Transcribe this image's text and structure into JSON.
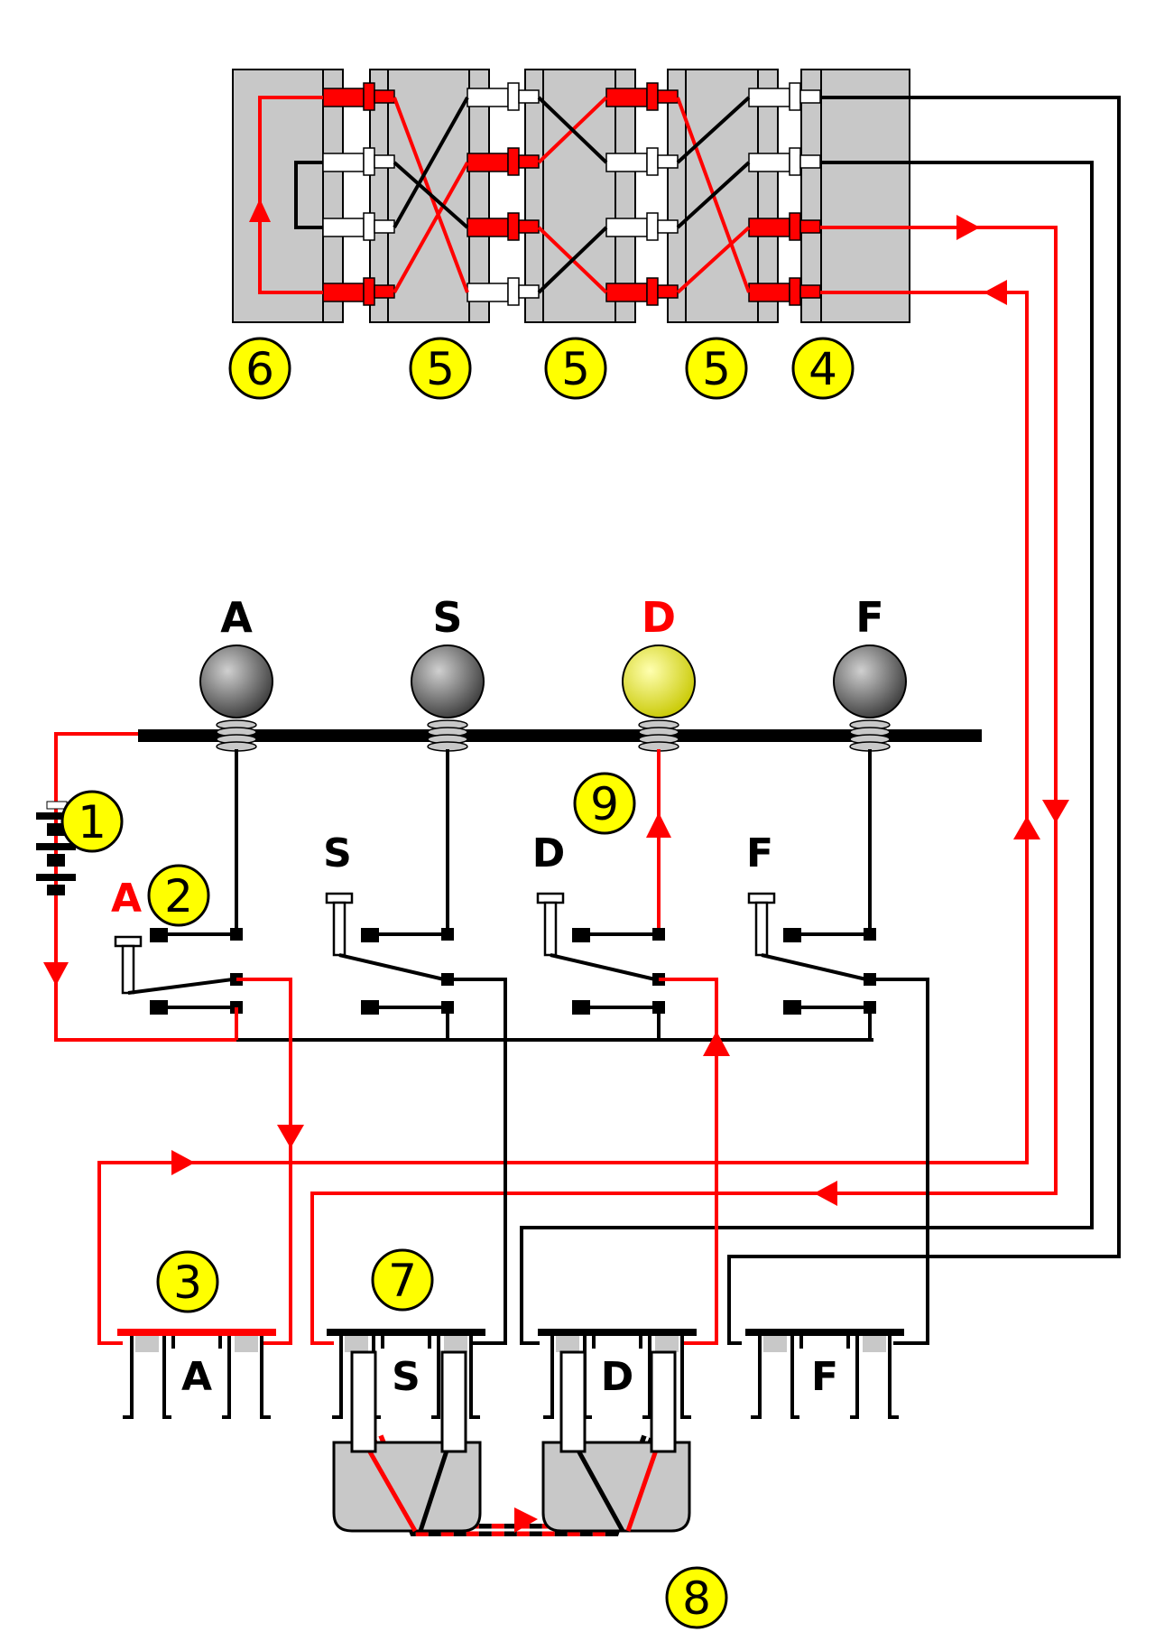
{
  "colors": {
    "live": "#ff0000",
    "wire": "#000000",
    "rotor": "#c8c8c8",
    "lamp_off": "#7a7a7a",
    "lamp_on": "#f2f200",
    "callout": "#ffff00"
  },
  "lamps": [
    {
      "letter": "A",
      "lit": false
    },
    {
      "letter": "S",
      "lit": false
    },
    {
      "letter": "D",
      "lit": true
    },
    {
      "letter": "F",
      "lit": false
    }
  ],
  "keys": [
    {
      "letter": "A",
      "pressed": true
    },
    {
      "letter": "S",
      "pressed": false
    },
    {
      "letter": "D",
      "pressed": false
    },
    {
      "letter": "F",
      "pressed": false
    }
  ],
  "plugboard": [
    {
      "letter": "A"
    },
    {
      "letter": "S"
    },
    {
      "letter": "D"
    },
    {
      "letter": "F"
    }
  ],
  "callouts": [
    "1",
    "2",
    "3",
    "4",
    "5",
    "5",
    "5",
    "6",
    "7",
    "8",
    "9"
  ]
}
